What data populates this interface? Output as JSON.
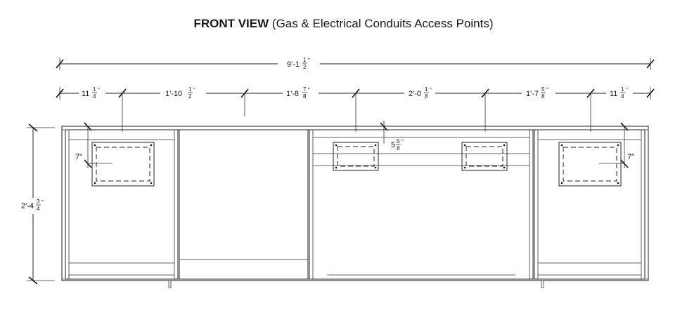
{
  "title": {
    "bold": "FRONT VIEW",
    "rest": "(Gas & Electrical Conduits Access Points)"
  },
  "dimensions": {
    "overall": {
      "whole": "9'-1",
      "num": "1",
      "den": "2",
      "unit": "\""
    },
    "segments": [
      {
        "whole": "11",
        "num": "1",
        "den": "4",
        "unit": "\""
      },
      {
        "whole": "1'-10",
        "num": "1",
        "den": "2",
        "unit": "\""
      },
      {
        "whole": "1'-8",
        "num": "7",
        "den": "8",
        "unit": "\""
      },
      {
        "whole": "2'-0",
        "num": "1",
        "den": "8",
        "unit": "\""
      },
      {
        "whole": "1'-7",
        "num": "5",
        "den": "8",
        "unit": "\""
      },
      {
        "whole": "11",
        "num": "1",
        "den": "4",
        "unit": "\""
      }
    ],
    "height": {
      "whole": "2'-4",
      "num": "3",
      "den": "4",
      "unit": "\""
    },
    "offset_left": "7\"",
    "offset_right": "7\"",
    "offset_center": {
      "whole": "5",
      "num": "5",
      "den": "8",
      "unit": "\""
    }
  }
}
